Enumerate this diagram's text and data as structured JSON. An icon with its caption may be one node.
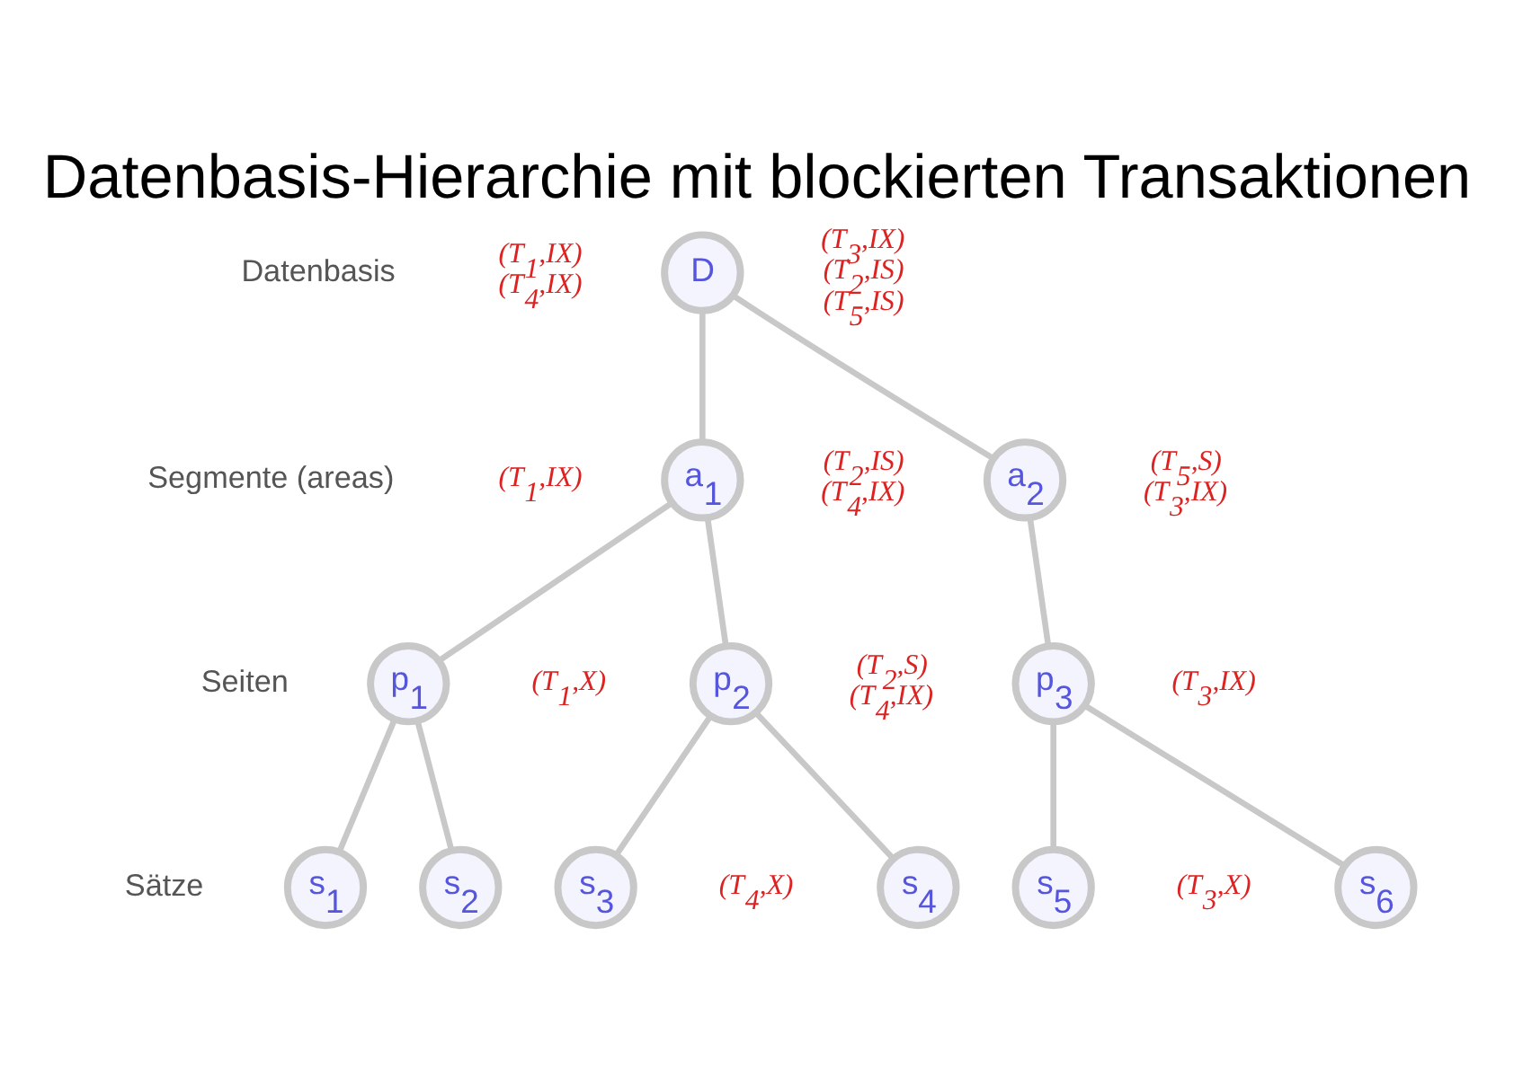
{
  "diagram": {
    "title": "Datenbasis-Hierarchie mit blockierten Transaktionen",
    "nodes": [
      {
        "text": [
          "D"
        ],
        "beside": [
          "(T$_{1}$,IX)",
          "(T$_{4}$,IX)",
          "(T$_{3}$,IX)",
          "(T$_{2}$,IS)",
          "(T$_{5}$,IS)"
        ]
      },
      {
        "text": [
          "a$_{1}$"
        ],
        "beside": [
          "(T$_{1}$,IX)",
          "(T$_{2}$,IS)",
          "(T$_{4}$,IX)"
        ]
      },
      {
        "text": [
          "a$_{2}$"
        ],
        "beside": [
          "(T$_{5}$,S)",
          "(T$_{3}$,IX)"
        ]
      },
      {
        "text": [
          "p$_{1}$"
        ],
        "beside": [
          "(T$_{1}$,X)"
        ]
      },
      {
        "text": [
          "p$_{2}$"
        ],
        "beside": [
          "(T$_{2}$,S)",
          "(T$_{4}$,IX)"
        ]
      },
      {
        "text": [
          "p$_{3}$"
        ],
        "beside": [
          "(T$_{3}$,IX)"
        ]
      },
      {
        "text": [
          "s$_{1}$"
        ]
      },
      {
        "text": [
          "s$_{2}$"
        ]
      },
      {
        "text": [
          "s$_{3}$"
        ],
        "beside": [
          "(T$_{4}$,X)"
        ]
      },
      {
        "text": [
          "s$_{4}$"
        ]
      },
      {
        "text": [
          "s$_{5}$"
        ],
        "beside": [
          "(T$_{3}$,X)"
        ]
      },
      {
        "text": [
          "s$_{6}$"
        ]
      }
    ],
    "edges": [
      {
        "from": 0,
        "to": 1,
        "arrow": "none"
      },
      {
        "from": 0,
        "to": 2,
        "arrow": "none"
      },
      {
        "from": 1,
        "to": 3,
        "arrow": "none"
      },
      {
        "from": 1,
        "to": 4,
        "arrow": "none"
      },
      {
        "from": 2,
        "to": 5,
        "arrow": "none"
      },
      {
        "from": 3,
        "to": 6,
        "arrow": "none"
      },
      {
        "from": 3,
        "to": 7,
        "arrow": "none"
      },
      {
        "from": 4,
        "to": 8,
        "arrow": "none"
      },
      {
        "from": 4,
        "to": 9,
        "arrow": "none"
      },
      {
        "from": 5,
        "to": 10,
        "arrow": "none"
      },
      {
        "from": 5,
        "to": 11,
        "arrow": "none"
      }
    ],
    "labels": [
      "Datenbasis",
      "Segmente (areas)",
      "Seiten",
      "Sätze"
    ]
  }
}
